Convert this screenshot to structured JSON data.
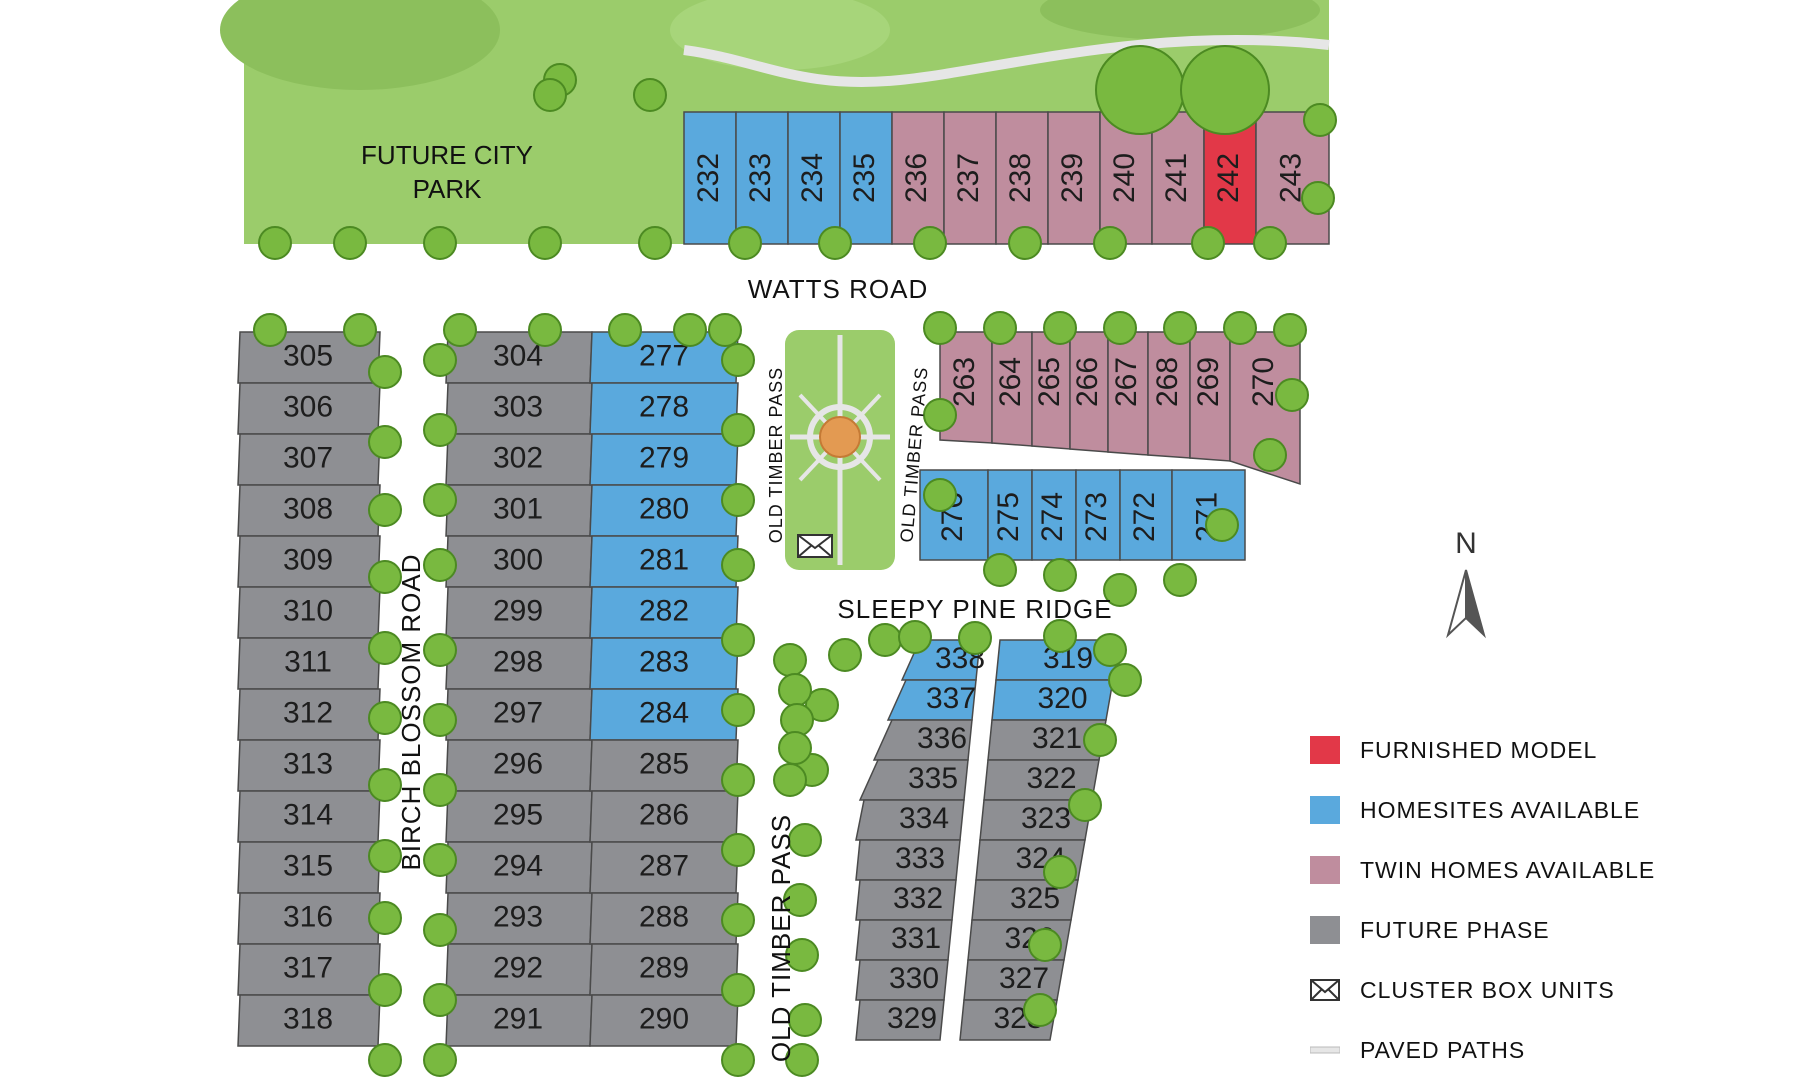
{
  "colors": {
    "model": "#e23848",
    "available": "#5aa9dd",
    "twin": "#bf8d9e",
    "future": "#8e8f93",
    "park": "#9bcc6b",
    "tree": "#79b940",
    "path": "#e6e6e6"
  },
  "labels": {
    "park_line1": "FUTURE CITY",
    "park_line2": "PARK",
    "watts_road": "WATTS ROAD",
    "birch_blossom_road": "BIRCH BLOSSOM ROAD",
    "old_timber_pass": "OLD TIMBER PASS",
    "sleepy_pine_ridge": "SLEEPY PINE RIDGE",
    "north": "N"
  },
  "lots": [
    {
      "num": "232",
      "status": "available"
    },
    {
      "num": "233",
      "status": "available"
    },
    {
      "num": "234",
      "status": "available"
    },
    {
      "num": "235",
      "status": "available"
    },
    {
      "num": "236",
      "status": "twin"
    },
    {
      "num": "237",
      "status": "twin"
    },
    {
      "num": "238",
      "status": "twin"
    },
    {
      "num": "239",
      "status": "twin"
    },
    {
      "num": "240",
      "status": "twin"
    },
    {
      "num": "241",
      "status": "twin"
    },
    {
      "num": "242",
      "status": "model"
    },
    {
      "num": "243",
      "status": "twin"
    },
    {
      "num": "263",
      "status": "twin"
    },
    {
      "num": "264",
      "status": "twin"
    },
    {
      "num": "265",
      "status": "twin"
    },
    {
      "num": "266",
      "status": "twin"
    },
    {
      "num": "267",
      "status": "twin"
    },
    {
      "num": "268",
      "status": "twin"
    },
    {
      "num": "269",
      "status": "twin"
    },
    {
      "num": "270",
      "status": "twin"
    },
    {
      "num": "276",
      "status": "available"
    },
    {
      "num": "275",
      "status": "available"
    },
    {
      "num": "274",
      "status": "available"
    },
    {
      "num": "273",
      "status": "available"
    },
    {
      "num": "272",
      "status": "available"
    },
    {
      "num": "271",
      "status": "available"
    },
    {
      "num": "305",
      "status": "future"
    },
    {
      "num": "306",
      "status": "future"
    },
    {
      "num": "307",
      "status": "future"
    },
    {
      "num": "308",
      "status": "future"
    },
    {
      "num": "309",
      "status": "future"
    },
    {
      "num": "310",
      "status": "future"
    },
    {
      "num": "311",
      "status": "future"
    },
    {
      "num": "312",
      "status": "future"
    },
    {
      "num": "313",
      "status": "future"
    },
    {
      "num": "314",
      "status": "future"
    },
    {
      "num": "315",
      "status": "future"
    },
    {
      "num": "316",
      "status": "future"
    },
    {
      "num": "317",
      "status": "future"
    },
    {
      "num": "318",
      "status": "future"
    },
    {
      "num": "304",
      "status": "future"
    },
    {
      "num": "303",
      "status": "future"
    },
    {
      "num": "302",
      "status": "future"
    },
    {
      "num": "301",
      "status": "future"
    },
    {
      "num": "300",
      "status": "future"
    },
    {
      "num": "299",
      "status": "future"
    },
    {
      "num": "298",
      "status": "future"
    },
    {
      "num": "297",
      "status": "future"
    },
    {
      "num": "296",
      "status": "future"
    },
    {
      "num": "295",
      "status": "future"
    },
    {
      "num": "294",
      "status": "future"
    },
    {
      "num": "293",
      "status": "future"
    },
    {
      "num": "292",
      "status": "future"
    },
    {
      "num": "291",
      "status": "future"
    },
    {
      "num": "277",
      "status": "available"
    },
    {
      "num": "278",
      "status": "available"
    },
    {
      "num": "279",
      "status": "available"
    },
    {
      "num": "280",
      "status": "available"
    },
    {
      "num": "281",
      "status": "available"
    },
    {
      "num": "282",
      "status": "available"
    },
    {
      "num": "283",
      "status": "available"
    },
    {
      "num": "284",
      "status": "available"
    },
    {
      "num": "285",
      "status": "future"
    },
    {
      "num": "286",
      "status": "future"
    },
    {
      "num": "287",
      "status": "future"
    },
    {
      "num": "288",
      "status": "future"
    },
    {
      "num": "289",
      "status": "future"
    },
    {
      "num": "290",
      "status": "future"
    },
    {
      "num": "338",
      "status": "available"
    },
    {
      "num": "337",
      "status": "available"
    },
    {
      "num": "336",
      "status": "future"
    },
    {
      "num": "335",
      "status": "future"
    },
    {
      "num": "334",
      "status": "future"
    },
    {
      "num": "333",
      "status": "future"
    },
    {
      "num": "332",
      "status": "future"
    },
    {
      "num": "331",
      "status": "future"
    },
    {
      "num": "330",
      "status": "future"
    },
    {
      "num": "329",
      "status": "future"
    },
    {
      "num": "319",
      "status": "available"
    },
    {
      "num": "320",
      "status": "available"
    },
    {
      "num": "321",
      "status": "future"
    },
    {
      "num": "322",
      "status": "future"
    },
    {
      "num": "323",
      "status": "future"
    },
    {
      "num": "324",
      "status": "future"
    },
    {
      "num": "325",
      "status": "future"
    },
    {
      "num": "326",
      "status": "future"
    },
    {
      "num": "327",
      "status": "future"
    },
    {
      "num": "328",
      "status": "future"
    }
  ],
  "legend": [
    {
      "key": "model",
      "label": "FURNISHED MODEL",
      "icon": "red-swatch"
    },
    {
      "key": "available",
      "label": "HOMESITES AVAILABLE",
      "icon": "blue-swatch"
    },
    {
      "key": "twin",
      "label": "TWIN HOMES AVAILABLE",
      "icon": "mauve-swatch"
    },
    {
      "key": "future",
      "label": "FUTURE PHASE",
      "icon": "gray-swatch"
    },
    {
      "key": "mailbox",
      "label": "CLUSTER BOX UNITS",
      "icon": "envelope-icon"
    },
    {
      "key": "path",
      "label": "PAVED PATHS",
      "icon": "paved-path-icon"
    }
  ]
}
